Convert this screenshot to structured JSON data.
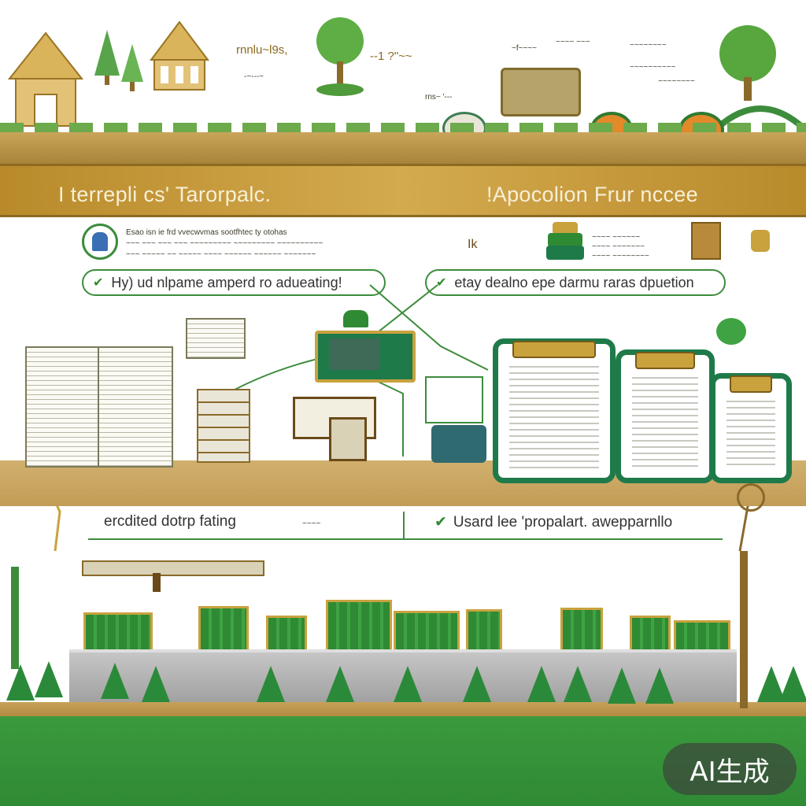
{
  "top_band": {
    "left_title": "I terrepli cs' Tarorpalc.",
    "right_title": "!Apocolion Frur nccee",
    "labels": [
      "rnnlu~l9s,",
      "--1 ?\"~~",
      "-~---~",
      "rns~ '---",
      "~f~~~~"
    ],
    "right_notes": [
      "~~~~ ~~~",
      "~~~~~~~~",
      "~~~~~~~~~~",
      "~~~~~~~~"
    ]
  },
  "info_row": {
    "left_text_lines": [
      "Esao  isn ie frd vvecwvmas  sootfhtec  ty otohas",
      "~~~ ~~~ ~~~ ~~~ ~~~~~~~~~ ~~~~~~~~~ ~~~~~~~~~~",
      "~~~ ~~~~~ ~~ ~~~~~ ~~~~ ~~~~~~ ~~~~~~ ~~~~~~~"
    ],
    "mid_glyph": "Ik",
    "right_text_lines": [
      "~~~~ ~~~~~~",
      "~~~~ ~~~~~~~",
      "~~~~ ~~~~~~~~"
    ]
  },
  "pills": [
    {
      "check": "✔",
      "text": "Hy) ud nlpame amperd ro adueating!"
    },
    {
      "check": "✔",
      "text": "etay dealno epe darmu raras dpuetion"
    }
  ],
  "lower_labels": {
    "left": "ercdited dotrp fating",
    "middle": "~~~~",
    "right_check": "✔",
    "right": "Usard lee 'propalart. awepparnllo"
  },
  "badge": "AI生成",
  "colors": {
    "gold": "#c9a23e",
    "green": "#2f8a34",
    "dark_green": "#1f7a4a",
    "grey_platform": "#a8a8a8"
  }
}
